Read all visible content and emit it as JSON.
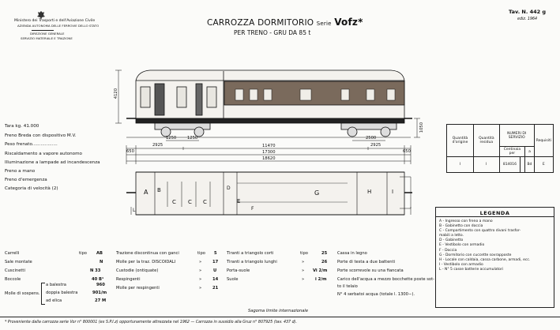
{
  "header_left": {
    "line1": "Ministero dei Trasporti e dell'Aviazione Civile",
    "line2": "AZIENDA AUTONOMA DELLE FERROVIE DELLO STATO",
    "line3": "DIREZIONE GENERALE",
    "line4": "SERVIZIO MATERIALE E TRAZIONE"
  },
  "title": {
    "main": "CARROZZA DORMITORIO",
    "serie_word": "Serie",
    "serie": "Vofz*",
    "sub": "PER TRENO - GRU DA 85 t"
  },
  "header_right": {
    "tav": "Tav. N. 442 g",
    "ediz": "ediz. 1964"
  },
  "dims": {
    "height": "4120",
    "h2": "1050",
    "d1250a": "1250",
    "d1250b": "1250",
    "d2500": "2500",
    "d2925a": "2925",
    "d2925b": "2925",
    "d650a": "650",
    "d650b": "650",
    "d11470": "11470",
    "d17300": "17300",
    "d18620": "18620"
  },
  "specs": [
    "Tara kg. 41.000",
    "Freno Breda con dispositivo M.V.",
    "Peso frenato..................",
    "Riscaldamento a vapore autonomo",
    "Illuminazione a lampade ad incandescenza",
    "Freno a mano",
    "Freno d'emergenza",
    "Categoria di velocità (2)"
  ],
  "service_table": {
    "h1": "Quantità d'origine",
    "h2": "Quantità residua",
    "h3": "NUMERI DI SERVIZIO",
    "h3a": "Centinaia per",
    "h3b": "a",
    "h4": "Requisiti",
    "r1": "I",
    "r2": "I",
    "r3": "814016",
    "r4": "",
    "r5": "Bd",
    "r6": "E"
  },
  "plan_labels": [
    "A",
    "B",
    "C",
    "C",
    "C",
    "D",
    "E",
    "F",
    "G",
    "H",
    "I",
    "L"
  ],
  "legend": {
    "title": "LEGENDA",
    "items": [
      "A - Ingresso con freno a mano",
      "B - Gabinetto con doccia",
      "C - Compartimento con quattro divani trasfor-",
      "       mabili a letto.",
      "D - Gabinetto",
      "E - Vestibolo con armadio",
      "F - Doccia",
      "G - Dormitorio con cuccette sovrapposte",
      "H - Locale con caldaia, cassa carbone, armadi, ecc.",
      "I  - Vestibolo con armadio",
      "L  - N° 5 casse batterie accumulatori"
    ]
  },
  "bottom_col1": [
    {
      "k": "Carrelli",
      "t": "tipo",
      "v": "AB"
    },
    {
      "k": "Sale montate",
      "t": "",
      "v": "N"
    },
    {
      "k": "Cuscinetti",
      "t": "",
      "v": "N  33"
    },
    {
      "k": "Boccole",
      "t": "",
      "v": "40 B¹"
    }
  ],
  "bottom_col1_springs": {
    "label": "Molle di sospens.",
    "rows": [
      {
        "k": "a balestra",
        "v": "960"
      },
      {
        "k": "doppia balestra",
        "v": "901/m"
      },
      {
        "k": "ad elica",
        "v": "27 M"
      }
    ]
  },
  "bottom_col2": [
    {
      "k": "Trazione discontinua con ganci",
      "t": "tipo",
      "v": "5"
    },
    {
      "k": "Molle per la traz. DISCOIDALI",
      "t": "»",
      "v": "17"
    },
    {
      "k": "Custodie (ontiquate)",
      "t": "»",
      "v": "U"
    },
    {
      "k": "Respingenti",
      "t": "»",
      "v": "14"
    },
    {
      "k": "Molle per respingenti",
      "t": "»",
      "v": "21"
    }
  ],
  "bottom_col3": [
    {
      "k": "Tiranti a triangolo corti",
      "t": "tipo",
      "v": "25"
    },
    {
      "k": "Tiranti a triangolo lunghi",
      "t": "»",
      "v": "26"
    },
    {
      "k": "Porta-suole",
      "t": "»",
      "v": "Vi 2/m"
    },
    {
      "k": "Suole",
      "t": "»",
      "v": "i 2/m"
    }
  ],
  "bottom_col4": [
    "Cassa in legno",
    "Porte di testa a due battenti",
    "Porte scorrevole su una fiancata",
    "Carico dell'acqua a mezzo bocchette poste sot-",
    "to il telaio",
    "N° 4 serbatoi acqua (totale l. 1300∼)."
  ],
  "sagoma": "Sagoma limite internazionale",
  "footnote": "* Proveniente dalla carrozza serie Vor n° 800001 (ex S.P.I.z) opportunamente attrezzata nel 1962 — Carrozza in sussidio alla Gruz n° 807925 (tav. 437 d)."
}
